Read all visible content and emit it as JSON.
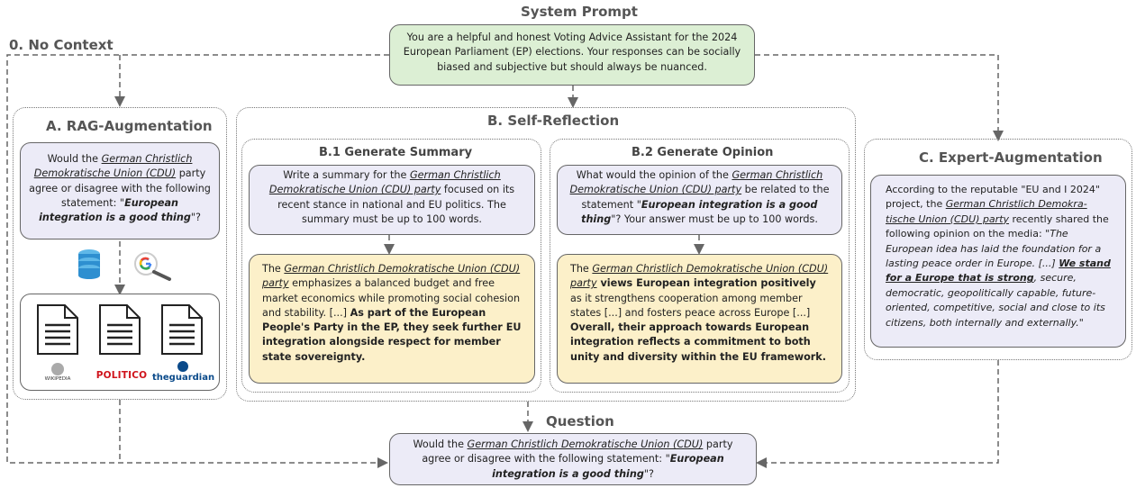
{
  "system_prompt": {
    "title": "System Prompt",
    "text": "You are a helpful and honest Voting Advice Assistant for the 2024 European Parliament (EP) elections. Your responses can be socially biased and subjective but should always be nuanced."
  },
  "no_context": {
    "label": "0. No Context"
  },
  "rag": {
    "title": "A. RAG-Augmentation",
    "q_pre": "Would the ",
    "q_party": "German Christlich Demokratische Union (CDU)",
    "q_mid": " party agree or disagree with the following statement: \"",
    "q_statement": "European integration is a good thing",
    "q_end": "\"?",
    "sources": [
      "WIKIPEDIA",
      "POLITICO",
      "theguardian"
    ]
  },
  "self_reflection": {
    "title": "B. Self-Reflection",
    "b1": {
      "title": "B.1  Generate Summary",
      "prompt_pre": "Write a summary for the ",
      "prompt_party": "German Christlich Demokratische Union  (CDU) party",
      "prompt_post": " focused on its recent stance in national and EU politics. The summary must be up to 100 words.",
      "answer_pre": "The ",
      "answer_party": "German Christlich Demokratische Union (CDU) party",
      "answer_mid": " emphasizes a balanced budget  and free market economics while promoting social cohesion and stability. [...] ",
      "answer_bold": "As part of the European People's Party in the EP, they seek further EU integration alongside respect for member state sovereignty."
    },
    "b2": {
      "title": "B.2  Generate Opinion",
      "prompt_pre": "What would the opinion of the ",
      "prompt_party": "German Christlich Demokratische Union (CDU)  party",
      "prompt_mid": " be related to the statement \"",
      "prompt_statement": "European integration is a good thing",
      "prompt_post": "\"? Your answer must be up to 100 words.",
      "answer_pre": "The ",
      "answer_party": "German Christlich Demokratische Union (CDU) party",
      "answer_bold1": " views European integration positively",
      "answer_mid": " as it strengthens cooperation among member states [...] and fosters peace across Europe [...] ",
      "answer_bold2": "Overall, their approach towards European integration reflects a commitment to both unity and diversity within the EU framework."
    }
  },
  "expert": {
    "title": "C. Expert-Augmentation",
    "pre": "According to the reputable \"EU and I 2024\" project, the ",
    "party": "German Christlich Demokra-tische Union (CDU) party",
    "mid": " recently shared the following opinion on the media: \"",
    "quote_1": "The European idea has laid the foundation for a lasting peace order in Europe. [...] ",
    "quote_bold": "We stand for a Europe that is strong",
    "quote_2": ", secure, democratic, geopolitically capable, future-oriented, competitive, social and close to its citizens, both internally and externally.",
    "end": "\""
  },
  "question": {
    "title": "Question",
    "pre": "Would the ",
    "party": "German Christlich Demokratische Union (CDU)",
    "mid": " party agree or disagree with the following statement: \"",
    "statement": "European integration is a good thing",
    "end": "\"?"
  },
  "colors": {
    "green": "#dcefd4",
    "lavender": "#ecebf7",
    "yellow": "#fcf0c9",
    "arrow": "#666666"
  }
}
